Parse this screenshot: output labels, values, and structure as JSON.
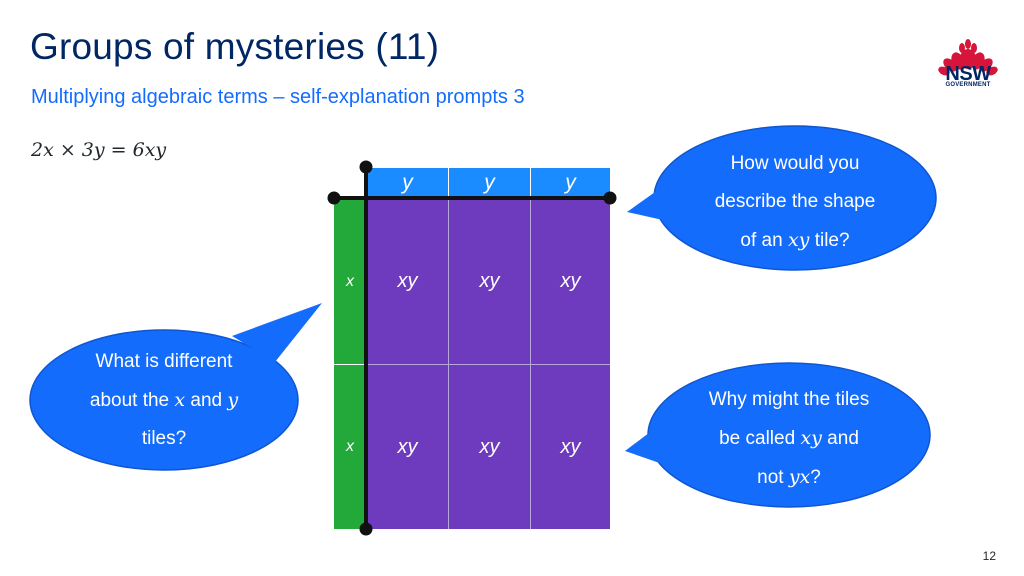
{
  "slide": {
    "title": "Groups of mysteries (11)",
    "subtitle": "Multiplying algebraic terms – self-explanation prompts 3",
    "equation": "2x × 3y = 6xy",
    "page_number": "12"
  },
  "logo": {
    "text": "NSW",
    "subtext": "GOVERNMENT",
    "icon": "waratah-flower-icon",
    "color": "#D7153A"
  },
  "tiles": {
    "top_labels": [
      "y",
      "y",
      "y"
    ],
    "side_labels": [
      "x",
      "x"
    ],
    "cell_labels": [
      [
        "xy",
        "xy",
        "xy"
      ],
      [
        "xy",
        "xy",
        "xy"
      ]
    ],
    "colors": {
      "y_tile": "#1A8CFF",
      "x_tile": "#22A93A",
      "xy_tile": "#6E3BBE"
    }
  },
  "bubbles": {
    "shape": {
      "line1": "How would you",
      "line2": "describe the shape",
      "line3_pre": "of an ",
      "line3_var": "xy",
      "line3_post": " tile?"
    },
    "different": {
      "line1": "What is different",
      "line2_pre": "about the ",
      "line2_var1": "x",
      "line2_mid": " and ",
      "line2_var2": "y",
      "line3": "tiles?"
    },
    "naming": {
      "line1": "Why might the tiles",
      "line2_pre": "be called ",
      "line2_var": "xy",
      "line2_post": " and",
      "line3_pre": "not ",
      "line3_var": "yx",
      "line3_post": "?"
    },
    "color": "#146CFD"
  }
}
